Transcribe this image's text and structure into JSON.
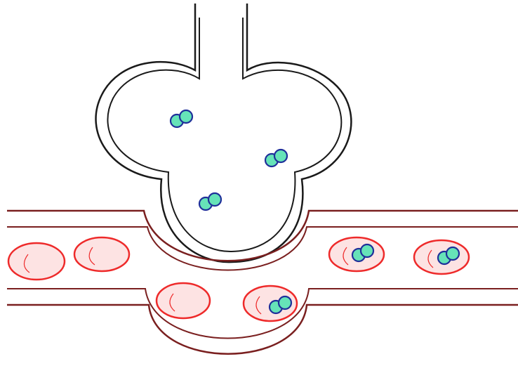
{
  "colors": {
    "background": "#ffffff",
    "alveolus_outline": "#1a1a1a",
    "capillary_wall": "#7a1f1f",
    "rbc_fill": "#fde3e3",
    "rbc_outline": "#ee2a2a",
    "o2_fill": "#66e3b8",
    "o2_outline": "#1f2f9a"
  },
  "diagram": {
    "alveolus": {
      "icon": "alveolus-sac",
      "o2_molecules": 3
    },
    "capillary": {
      "icon": "blood-capillary",
      "red_blood_cells": 6,
      "oxygenated_cells": 3,
      "deoxygenated_cells": 3
    },
    "molecule_icon": "o2-molecule"
  }
}
